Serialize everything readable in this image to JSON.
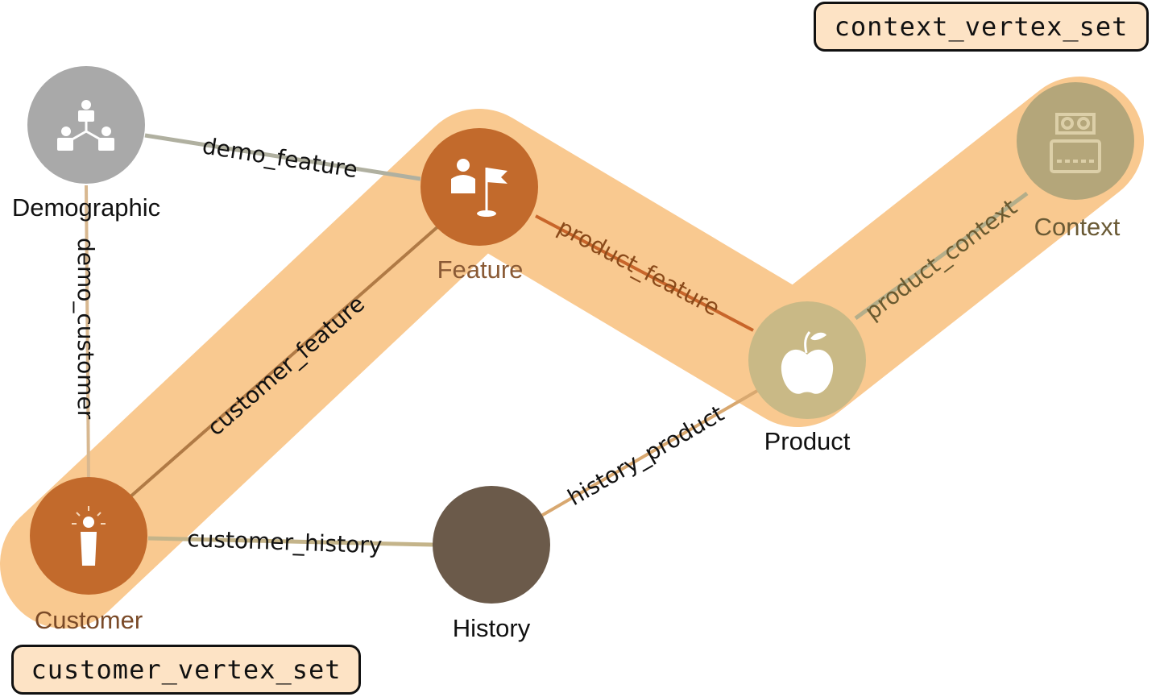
{
  "vertex_sets": {
    "context": "context_vertex_set",
    "customer": "customer_vertex_set"
  },
  "nodes": {
    "demographic": {
      "label": "Demographic",
      "icon": "org-chart-icon",
      "color": "#a9a9a9"
    },
    "feature": {
      "label": "Feature",
      "icon": "person-flag-icon",
      "color": "#c26a2c"
    },
    "context": {
      "label": "Context",
      "icon": "owl-robot-icon",
      "color": "#b4a67a"
    },
    "product": {
      "label": "Product",
      "icon": "apple-icon",
      "color": "#c9b986"
    },
    "customer": {
      "label": "Customer",
      "icon": "person-idea-icon",
      "color": "#c26a2c"
    },
    "history": {
      "label": "History",
      "icon": "",
      "color": "#6b5a4a"
    }
  },
  "edges": {
    "demo_feature": "demo_feature",
    "demo_customer": "demo_customer",
    "customer_feature": "customer_feature",
    "product_feature": "product_feature",
    "product_context": "product_context",
    "history_product": "history_product",
    "customer_history": "customer_history"
  },
  "colors": {
    "highlight_band": "#f9c990",
    "tag_fill": "#fde3c5",
    "active_edge": "#d08040",
    "inactive_edge": "#c8b89a",
    "grey_edge": "#a9a9a9"
  }
}
